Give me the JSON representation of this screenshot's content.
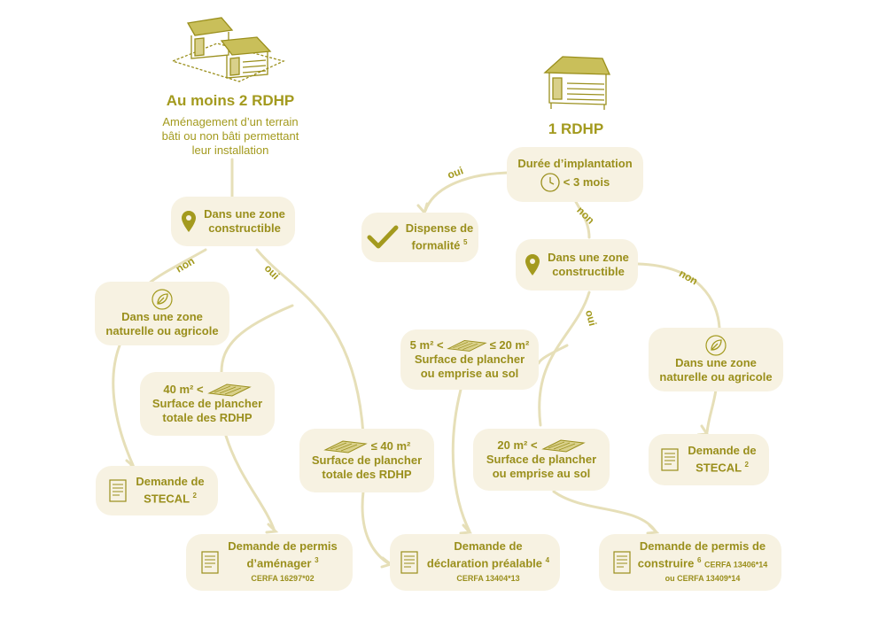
{
  "left": {
    "title": "Au moins 2 RDHP",
    "subtitle_lines": [
      "Aménagement d’un terrain",
      "bâti ou non bâti permettant",
      "leur installation"
    ],
    "zone": [
      "Dans une zone",
      "constructible"
    ],
    "natural": [
      "Dans une zone",
      "naturelle ou agricole"
    ],
    "surface_gt": [
      "40 m² <",
      "Surface de plancher",
      "totale des RDHP"
    ],
    "surface_le": [
      "≤ 40 m²",
      "Surface de plancher",
      "totale des RDHP"
    ],
    "stecal": [
      "Demande de",
      "STECAL"
    ],
    "stecal_sup": "2",
    "permis": [
      "Demande de permis",
      "d’aménager"
    ],
    "permis_sup": "3",
    "permis_cerfa": "CERFA 16297*02"
  },
  "right": {
    "title": "1 RDHP",
    "duration": [
      "Durée d’implantation",
      "< 3 mois"
    ],
    "dispense": [
      "Dispense de",
      "formalité"
    ],
    "dispense_sup": "5",
    "zone": [
      "Dans une zone",
      "constructible"
    ],
    "small": [
      "5 m² <",
      "≤ 20 m²",
      "Surface de plancher",
      "ou emprise au sol"
    ],
    "large": [
      "20 m² <",
      "Surface de plancher",
      "ou emprise au sol"
    ],
    "natural": [
      "Dans une zone",
      "naturelle ou agricole"
    ],
    "stecal": [
      "Demande de",
      "STECAL"
    ],
    "stecal_sup": "2",
    "permis": [
      "Demande de permis de",
      "construire"
    ],
    "permis_sup": "6",
    "permis_cerfa1": "CERFA 13406*14",
    "permis_cerfa2": "ou CERFA 13409*14"
  },
  "declaration": [
    "Demande de",
    "déclaration préalable"
  ],
  "declaration_sup": "4",
  "declaration_cerfa": "CERFA 13404*13",
  "labels": {
    "oui": "oui",
    "non": "non"
  },
  "colors": {
    "accent": "#a39a1e",
    "box": "#f7f2e2",
    "line": "#e6dfb8"
  }
}
